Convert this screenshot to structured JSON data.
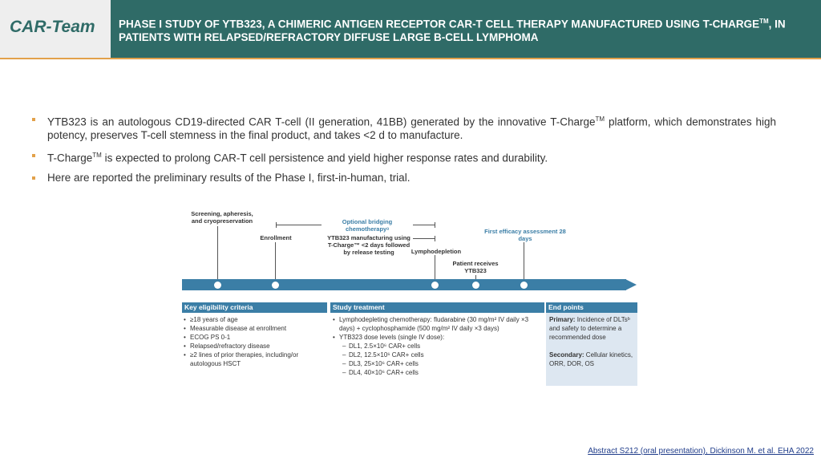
{
  "header": {
    "logo_text": "CAR-Team",
    "title_part1": "PHASE I STUDY OF YTB323, A CHIMERIC ANTIGEN RECEPTOR CAR-T CELL THERAPY MANUFACTURED USING T-CHARGE",
    "title_tm": "TM",
    "title_part2": ", IN PATIENTS WITH RELAPSED/REFRACTORY DIFFUSE LARGE B-CELL LYMPHOMA"
  },
  "bullets": {
    "b1_part1": "YTB323 is an autologous CD19-directed CAR T-cell (II generation, 41BB) generated by the innovative T-Charge",
    "b1_tm": "TM",
    "b1_part2": " platform, which demonstrates high potency, preserves T-cell stemness in the final product, and takes <2 d to manufacture.",
    "b2_part1": "T-Charge",
    "b2_tm": "TM",
    "b2_part2": " is expected to prolong CAR-T cell persistence and yield higher response rates and durability.",
    "b3": "Here are reported the preliminary results of the Phase I, first-in-human, trial."
  },
  "timeline": {
    "screening": "Screening, apheresis, and cryopreservation",
    "enrollment": "Enrollment",
    "bridging": "Optional bridging chemotherapyᵃ",
    "manufacturing": "YTB323 manufacturing using T-Charge™ <2 days followed by release testing",
    "lymphodepletion": "Lymphodepletion",
    "patient_receives": "Patient receives YTB323",
    "efficacy": "First efficacy assessment 28 days"
  },
  "eligibility": {
    "title": "Key eligibility criteria",
    "items": [
      "≥18 years of age",
      "Measurable disease at enrollment",
      "ECOG PS 0-1",
      "Relapsed/refractory disease",
      "≥2 lines of prior therapies, including/or autologous HSCT"
    ]
  },
  "treatment": {
    "title": "Study treatment",
    "item1": "Lymphodepleting chemotherapy: fludarabine (30 mg/m² IV daily ×3 days) + cyclophosphamide (500 mg/m² IV daily ×3 days)",
    "item2": "YTB323 dose levels (single IV dose):",
    "doses": [
      "DL1, 2.5×10⁶ CAR+ cells",
      "DL2, 12.5×10⁶ CAR+ cells",
      "DL3, 25×10⁶ CAR+ cells",
      "DL4, 40×10⁶ CAR+ cells"
    ]
  },
  "endpoints": {
    "title": "End points",
    "primary_label": "Primary:",
    "primary_text": " Incidence of DLTsᵇ and safety to determine a recommended dose",
    "secondary_label": "Secondary:",
    "secondary_text": " Cellular kinetics, ORR, DOR, OS"
  },
  "citation": "Abstract S212 (oral presentation), Dickinson M. et al. EHA 2022",
  "colors": {
    "header_bg": "#2f6b67",
    "accent_orange": "#e2a14a",
    "timeline_blue": "#3b7ea6",
    "endpoints_bg": "#dde7f1"
  }
}
